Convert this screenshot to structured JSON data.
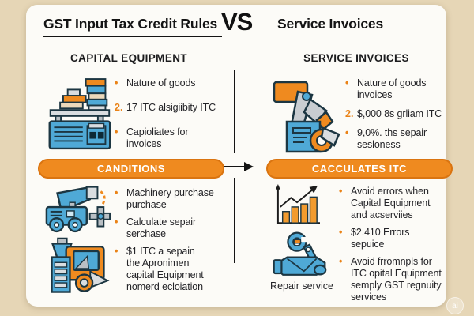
{
  "colors": {
    "background": "#e6d6b6",
    "card": "#fcfbf7",
    "accent_orange": "#ef8a1f",
    "banner_border": "#da7410",
    "text_dark": "#141414",
    "icon_blue": "#4fa9d6",
    "icon_gray": "#d6dadd",
    "icon_tan": "#ecd9bb"
  },
  "header": {
    "left_title": "GST Input Tax Credit Rules",
    "vs_label": "VS",
    "right_title": "Service Invoices"
  },
  "left_column": {
    "heading": "CAPITAL EQUIPMENT",
    "top_icon": "industrial-press-machine-icon",
    "top_items": [
      {
        "marker": "•",
        "text": "Nature of goods"
      },
      {
        "marker": "2.",
        "text": "17 ITC alsigiibity ITC"
      },
      {
        "marker": "•",
        "text": "Capioliates for\ninvoices"
      }
    ],
    "banner_label": "CANDITIONS",
    "middle_icon": "machinery-vehicle-icon",
    "bottom_items": [
      {
        "marker": "•",
        "text": "Machinery purchase\npurchase"
      },
      {
        "marker": "•",
        "text": "Calculate sepair\nserchase"
      },
      {
        "marker": "•",
        "text": "$1 ITC a sepain\nthe Apronimen\ncapital Equipment\nnomerd ecloiation"
      }
    ],
    "bottom_icon": "harvest-truck-icon"
  },
  "right_column": {
    "heading": "SERVICE INVOICES",
    "top_icon": "robot-arm-icon",
    "top_items": [
      {
        "marker": "•",
        "text": "Nature of goods\ninvoices"
      },
      {
        "marker": "2.",
        "text": "$,000 8s grliam ITC"
      },
      {
        "marker": "•",
        "text": "9,0%. ths sepair\nsesloness"
      }
    ],
    "banner_label": "CACCULATES ITC",
    "chart_icon": "bar-chart-growth-icon",
    "bottom_items": [
      {
        "marker": "•",
        "text": "Avoid errors when\nCapital Equipment\nand acserviies"
      },
      {
        "marker": "•",
        "text": "$2.410 Errors\nsepuice"
      },
      {
        "marker": "•",
        "text": "Avoid frromnpls for\nITC opital Equipment\nsemply GST regnuity\nservices"
      }
    ],
    "repair_icon": "repair-machine-icon",
    "repair_caption": "Repair service"
  },
  "watermark": "ai"
}
